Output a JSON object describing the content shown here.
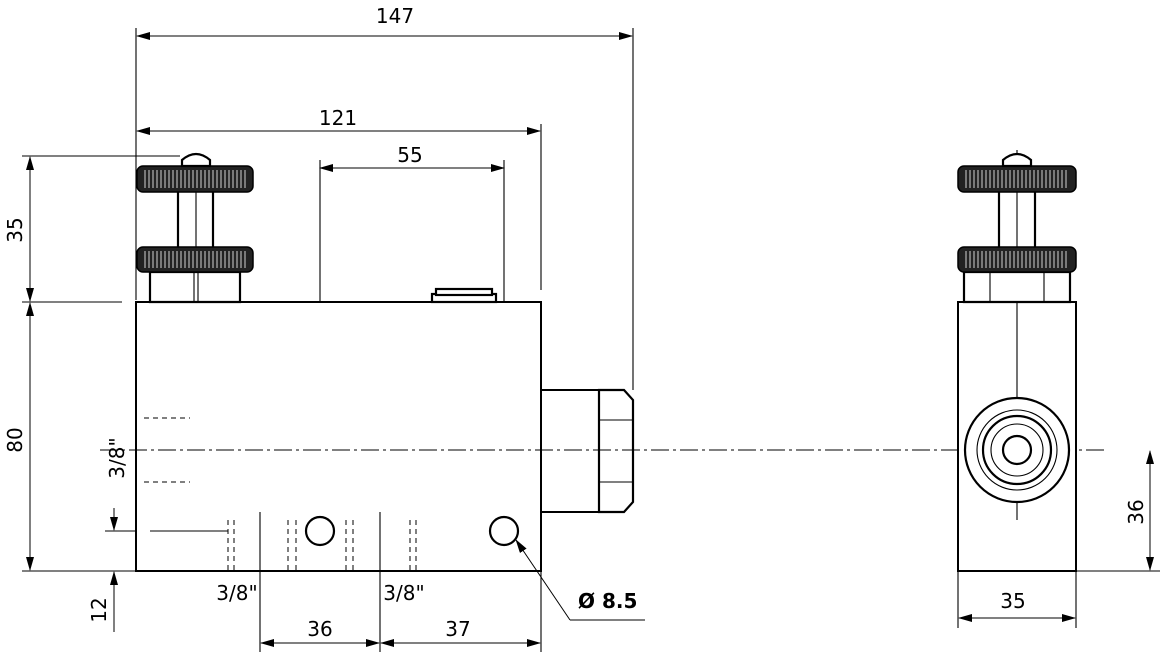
{
  "dimensions": {
    "overall_length": "147",
    "body_length": "121",
    "hole_spacing_top": "55",
    "knob_height": "35",
    "body_height": "80",
    "port_label_side": "3/8\"",
    "bottom_offset": "12",
    "port_label_bottom_left": "3/8\"",
    "port_label_bottom_right": "3/8\"",
    "port_spacing_left": "36",
    "port_spacing_right": "37",
    "mounting_hole": "Ø 8.5",
    "side_center_height": "36",
    "side_width": "35"
  }
}
